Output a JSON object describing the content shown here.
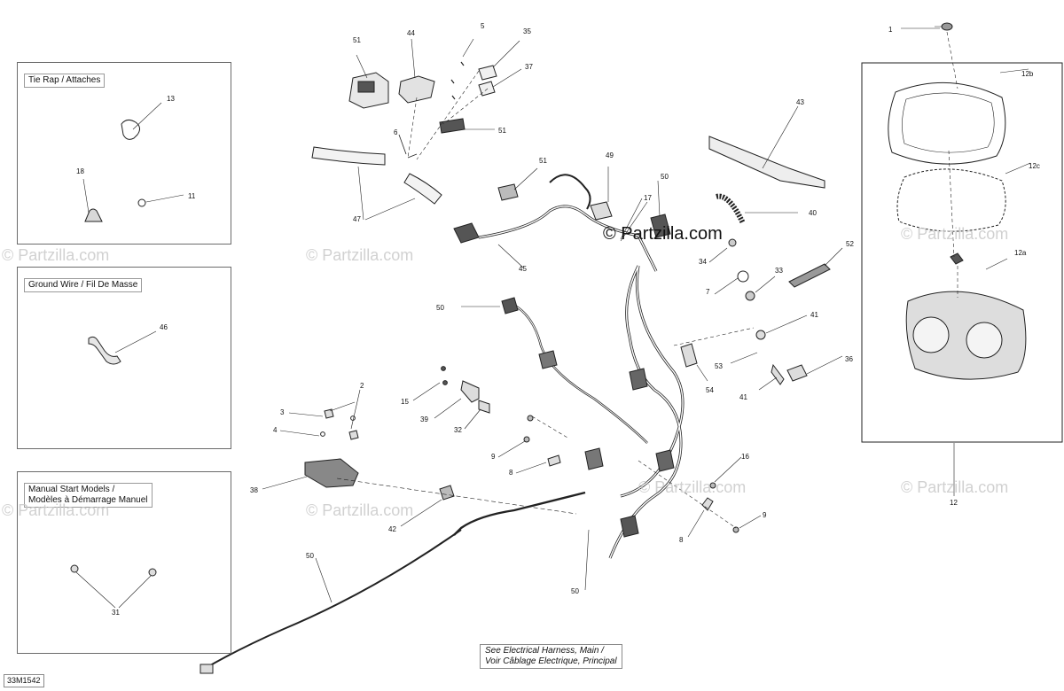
{
  "boxes": {
    "tie_rap": "Tie Rap / Attaches",
    "ground_wire": "Ground Wire / Fil De Masse",
    "manual_start_line1": "Manual Start Models /",
    "manual_start_line2": "Modèles à Démarrage Manuel"
  },
  "note": {
    "line1": "See Electrical Harness, Main /",
    "line2": "Voir Câblage Electrique, Principal"
  },
  "diagram_code": "33M1542",
  "watermark": "© Partzilla.com",
  "callouts": {
    "c1": "1",
    "c2": "2",
    "c3": "3",
    "c4": "4",
    "c5": "5",
    "c6": "6",
    "c7": "7",
    "c8a": "8",
    "c8b": "8",
    "c9a": "9",
    "c9b": "9",
    "c11": "11",
    "c12": "12",
    "c12a": "12a",
    "c12b": "12b",
    "c12c": "12c",
    "c13": "13",
    "c15": "15",
    "c16": "16",
    "c17": "17",
    "c18": "18",
    "c31": "31",
    "c32": "32",
    "c33": "33",
    "c34": "34",
    "c35": "35",
    "c36": "36",
    "c37": "37",
    "c38": "38",
    "c39": "39",
    "c40": "40",
    "c41a": "41",
    "c41b": "41",
    "c42": "42",
    "c43": "43",
    "c44": "44",
    "c45": "45",
    "c46": "46",
    "c47": "47",
    "c49": "49",
    "c50a": "50",
    "c50b": "50",
    "c50c": "50",
    "c50d": "50",
    "c51a": "51",
    "c51b": "51",
    "c51c": "51",
    "c52": "52",
    "c53": "53",
    "c54": "54"
  }
}
